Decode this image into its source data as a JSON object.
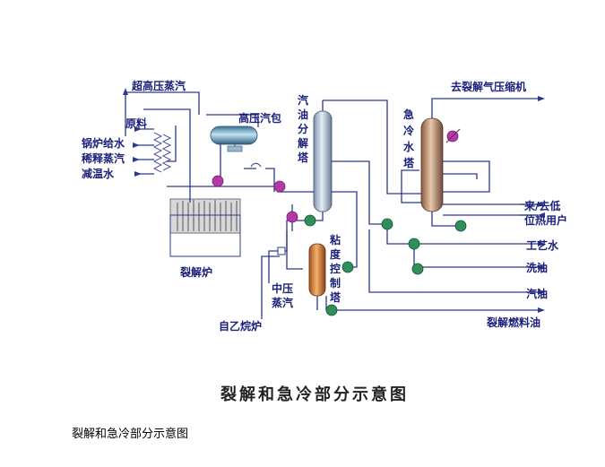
{
  "diagram": {
    "title": "裂解和急冷部分示意图",
    "labels": {
      "super_hp_steam": "超高压蒸汽",
      "feedstock": "原料",
      "boiler_feed_water": "锅炉给水",
      "dilution_steam": "稀释蒸汽",
      "desuperheat_water": "减温水",
      "hp_steam_drum": "高压汽包",
      "cracking_furnace": "裂解炉",
      "mp_steam_1": "中压",
      "mp_steam_2": "蒸汽",
      "from_ethane_furnace": "自乙烷炉",
      "gasoline_fractionator": [
        "汽",
        "油",
        "分",
        "解",
        "塔"
      ],
      "quench_water_tower": [
        "急",
        "冷",
        "水",
        "塔"
      ],
      "viscosity_control_tower": [
        "粘",
        "度",
        "控",
        "制",
        "塔"
      ],
      "to_cracked_gas_compressor": "去裂解气压缩机",
      "lp_heat_user_1": "来/去低",
      "lp_heat_user_2": "位热用户",
      "process_water": "工艺水",
      "wash_oil": "洗油",
      "gasoline": "汽油",
      "cracked_fuel_oil": "裂解燃料油"
    }
  },
  "caption": "裂解和急冷部分示意图",
  "colors": {
    "line": "#2b3a8f",
    "text": "#1a1f7a",
    "pump": "#2f8f5a",
    "exchanger": "#b33aa6"
  }
}
